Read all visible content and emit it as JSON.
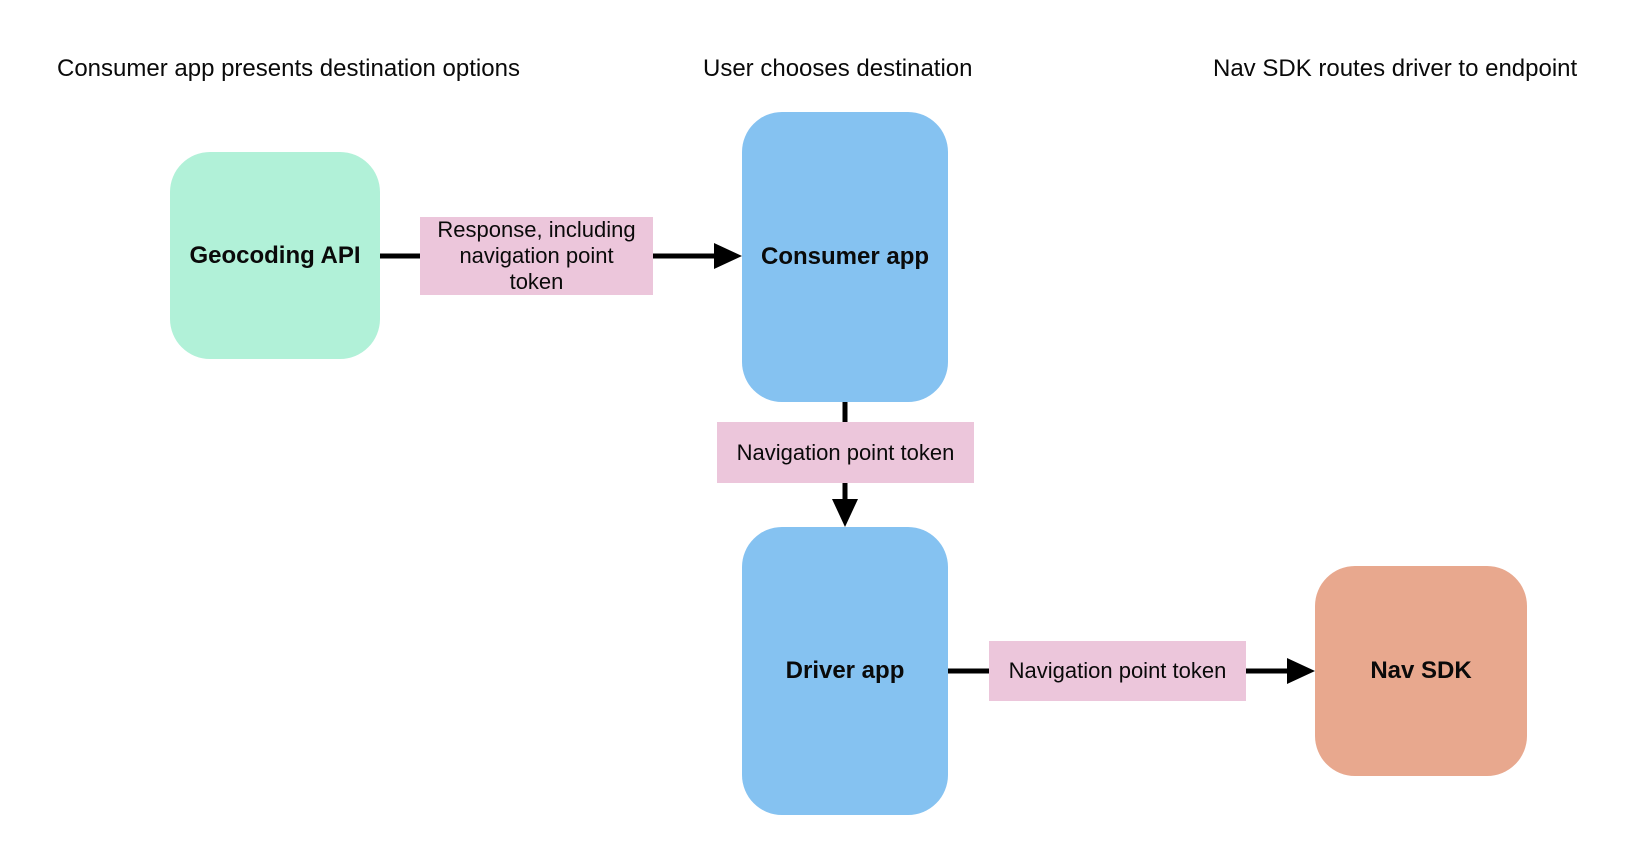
{
  "diagram": {
    "background": "#ffffff",
    "arrow_color": "#000000",
    "text_color": "#0a0a0a"
  },
  "column_headers": [
    {
      "text": "Consumer app presents destination options"
    },
    {
      "text": "User chooses destination"
    },
    {
      "text": "Nav SDK routes driver to endpoint"
    }
  ],
  "nodes": [
    {
      "id": "geocoding-api",
      "label": "Geocoding API",
      "fill": "#b1f1d8"
    },
    {
      "id": "consumer-app",
      "label": "Consumer app",
      "fill": "#85c2f1"
    },
    {
      "id": "driver-app",
      "label": "Driver app",
      "fill": "#85c2f1"
    },
    {
      "id": "nav-sdk",
      "label": "Nav SDK",
      "fill": "#e8a88e"
    }
  ],
  "edge_labels": [
    {
      "id": "response-label",
      "text": "Response, including navigation point token",
      "fill": "#ecc6db"
    },
    {
      "id": "token-consumer-driver",
      "text": "Navigation point token",
      "fill": "#ecc6db"
    },
    {
      "id": "token-driver-navsdk",
      "text": "Navigation point token",
      "fill": "#ecc6db"
    }
  ],
  "edges": [
    {
      "from": "geocoding-api",
      "to": "consumer-app"
    },
    {
      "from": "consumer-app",
      "to": "driver-app"
    },
    {
      "from": "driver-app",
      "to": "nav-sdk"
    }
  ]
}
